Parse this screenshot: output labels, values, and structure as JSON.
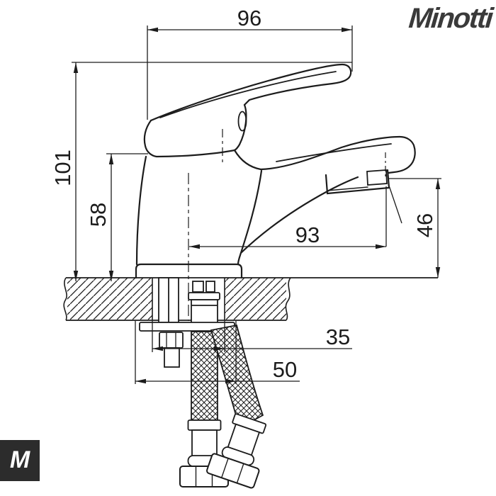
{
  "brand": {
    "logo": "Minotti",
    "badge": "M"
  },
  "dimensions": {
    "handle_width": "96",
    "total_height": "101",
    "body_height": "58",
    "spout_reach": "93",
    "spout_outlet_height": "46",
    "mounting_hole_diameter": "35",
    "base_width": "50"
  },
  "colors": {
    "line": "#1c1c1c",
    "logo": "#3a3a3a",
    "badge_background": "#2c2c2c",
    "badge_text": "#ffffff",
    "background": "#ffffff"
  }
}
